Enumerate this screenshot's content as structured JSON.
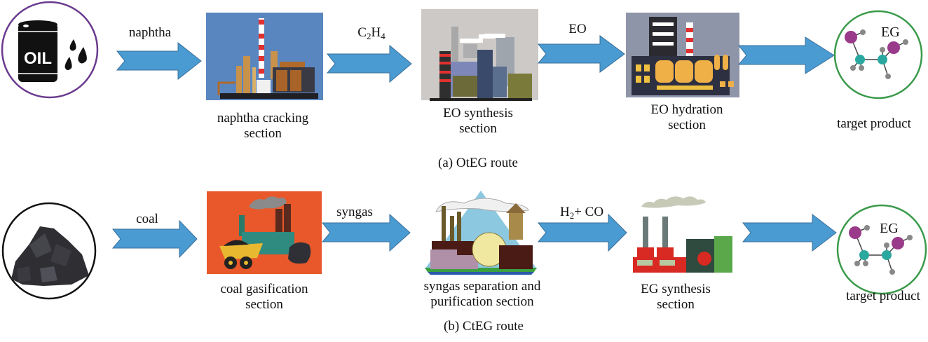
{
  "figure": {
    "routes": [
      {
        "id": "a",
        "caption": "(a) OtEG route",
        "feedstock": {
          "name": "oil",
          "icon": "oil-barrel-icon",
          "badge_text": "OIL",
          "circle_color": "#6a3a8e"
        },
        "steps": [
          {
            "stream_label": "naphtha",
            "section_line1": "naphtha cracking",
            "section_line2": "section",
            "image": "naphtha-cracking-plant",
            "bg_color": "#5a86c0"
          },
          {
            "stream_label_main": "C",
            "stream_sub1": "2",
            "stream_label_mid": "H",
            "stream_sub2": "4",
            "section_line1": "EO synthesis",
            "section_line2": "section",
            "image": "eo-synthesis-plant",
            "bg_color": "#cdc9c6"
          },
          {
            "stream_label": "EO",
            "section_line1": "EO hydration",
            "section_line2": "section",
            "image": "eo-hydration-plant",
            "bg_color": "#8f95a9"
          }
        ],
        "product": {
          "molecule_label": "EG",
          "caption": "target product",
          "circle_color": "#3a9a4a"
        }
      },
      {
        "id": "b",
        "caption": "(b) CtEG route",
        "feedstock": {
          "name": "coal",
          "icon": "coal-pile-icon",
          "circle_color": "#111111"
        },
        "steps": [
          {
            "stream_label": "coal",
            "section_line1": "coal gasification",
            "section_line2": "section",
            "image": "coal-gasification-plant",
            "bg_color": "#e8582a"
          },
          {
            "stream_label": "syngas",
            "section_line1": "syngas separation and",
            "section_line2": "purification section",
            "image": "syngas-purification-plant",
            "bg_color": "#ffffff"
          },
          {
            "stream_label_main": "H",
            "stream_sub1": "2",
            "stream_label_mid": "+ CO",
            "section_line1": "EG synthesis",
            "section_line2": "section",
            "image": "eg-synthesis-plant",
            "bg_color": "#ffffff"
          }
        ],
        "product": {
          "molecule_label": "EG",
          "caption": "target product",
          "circle_color": "#3a9a4a"
        }
      }
    ],
    "colors": {
      "arrow_fill": "#4a9bd2",
      "arrow_stroke": "#3a6f9a"
    }
  }
}
